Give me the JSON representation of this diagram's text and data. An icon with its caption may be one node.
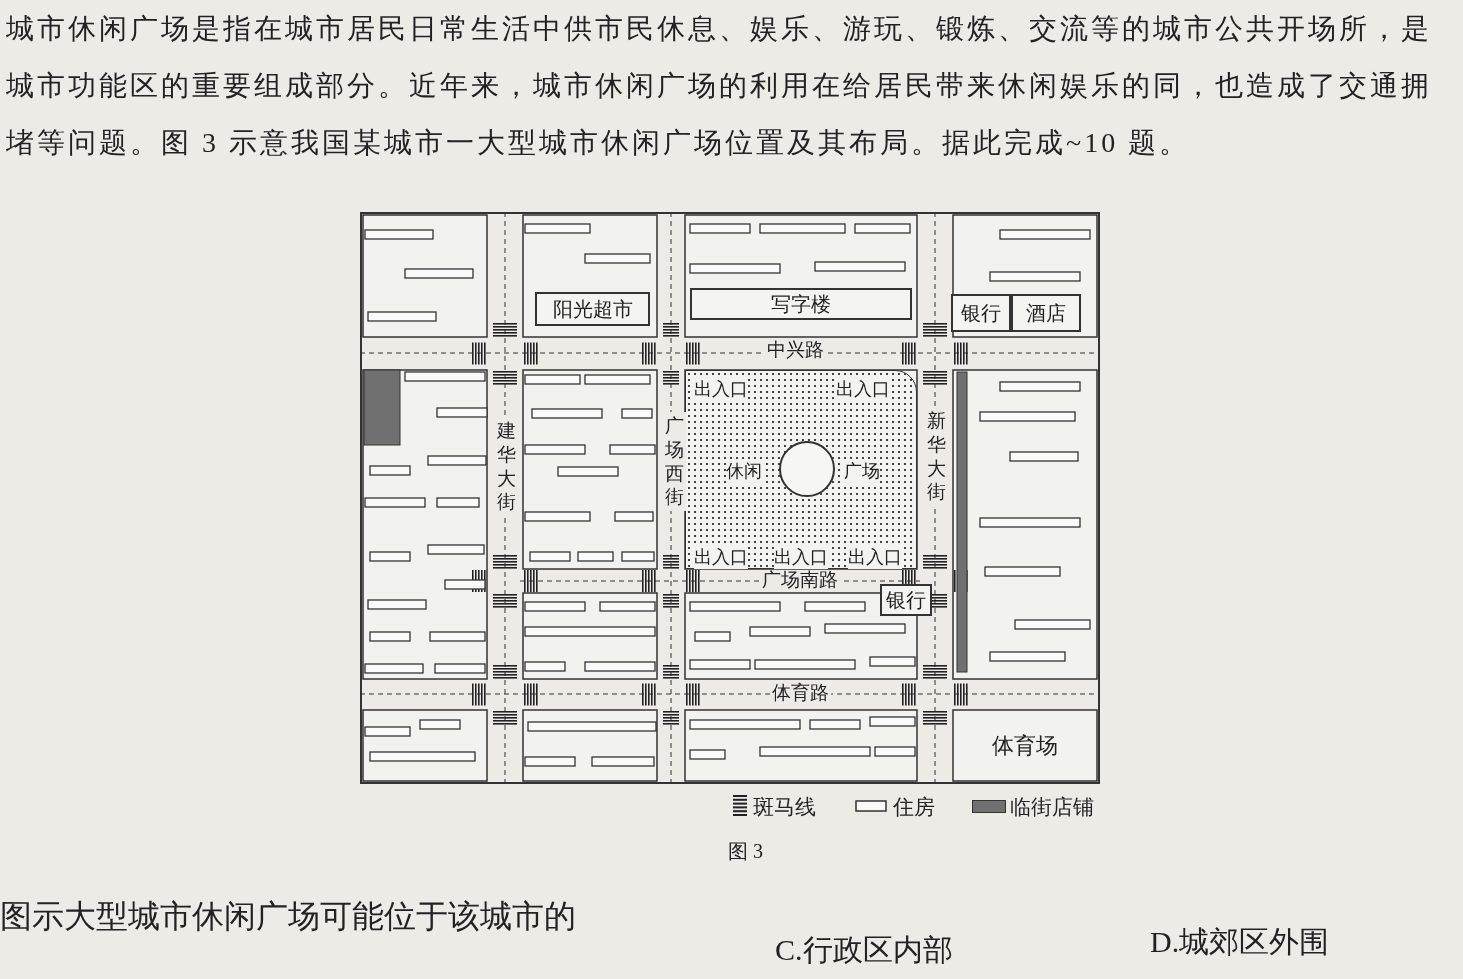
{
  "diagram": {
    "caption": "图 3",
    "nodes": [
      {
        "text": [
          "阳光超市"
        ]
      },
      {
        "text": [
          "写字楼"
        ]
      },
      {
        "text": [
          "银行"
        ]
      },
      {
        "text": [
          "酒店"
        ]
      },
      {
        "text": [
          "出入口",
          "出入口",
          "休闲",
          "广场",
          "出入口",
          "出入口",
          "出入口"
        ]
      },
      {
        "text": [],
        "shape": "circle",
        "in": 4
      },
      {
        "text": [
          "银行"
        ]
      },
      {
        "text": [
          "体育场"
        ]
      }
    ],
    "edges": [],
    "labels": [
      "城市休闲广场是指在城市居民日常生活中供市民休息、娱乐、游玩、锻炼、交流等的城市公共开场所，是城市功能区的重要组成部分。近年来，城市休闲广场的利用在给居民带来休闲娱乐的同，也造成了交通拥堵等问题。图 3 示意我国某城市一大型城市休闲广场位置及其布局。据此完成~10 题。",
      "中兴路",
      "建华大街",
      "广场西街",
      "新华大街",
      "广场南路",
      "体育路",
      "图示大型城市休闲广场可能位于该城市的",
      "C.行政区内部",
      "D.城郊区外围"
    ],
    "legend": [
      {
        "text": "斑马线"
      },
      {
        "text": "住房"
      },
      {
        "text": "临街店铺",
        "color": "#707070"
      }
    ]
  }
}
